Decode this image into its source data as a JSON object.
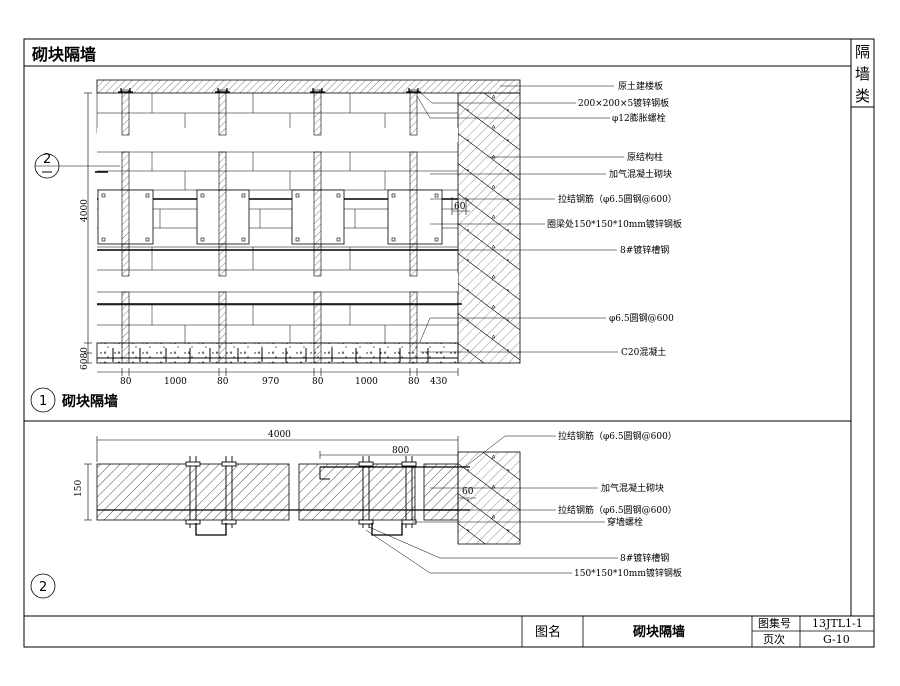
{
  "sheet": {
    "title": "砌块隔墙",
    "side_tab": [
      "隔",
      "墙",
      "类"
    ]
  },
  "elevation": {
    "callout_section": "2",
    "caption_number": "1",
    "caption_text": "砌块隔墙",
    "labels": [
      "原土建楼板",
      "200×200×5镀锌钢板",
      "φ12膨胀螺栓",
      "原结构柱",
      "加气混凝土砌块",
      "拉结钢筋（φ6.5圆钢@600）",
      "圈梁处150*150*10mm镀锌钢板",
      "8#镀锌槽钢",
      "φ6.5圆钢@600",
      "C20混凝土"
    ],
    "dims_bottom": [
      "80",
      "1000",
      "80",
      "970",
      "80",
      "1000",
      "80",
      "430"
    ],
    "dim_height": "4000",
    "dim_60_80": "6080",
    "dim_60": "60"
  },
  "section": {
    "caption_number": "2",
    "dim_length": "4000",
    "dim_800": "800",
    "dim_150": "150",
    "dim_60": "60",
    "labels": [
      "拉结钢筋（φ6.5圆钢@600）",
      "加气混凝土砌块",
      "拉结钢筋（φ6.5圆钢@600）",
      "穿墙螺栓",
      "8#镀锌槽钢",
      "150*150*10mm镀锌钢板"
    ]
  },
  "title_block": {
    "name_label": "图名",
    "name_value": "砌块隔墙",
    "atlas_label": "图集号",
    "atlas_value": "13JTL1-1",
    "page_label": "页次",
    "page_value": "G-10"
  }
}
